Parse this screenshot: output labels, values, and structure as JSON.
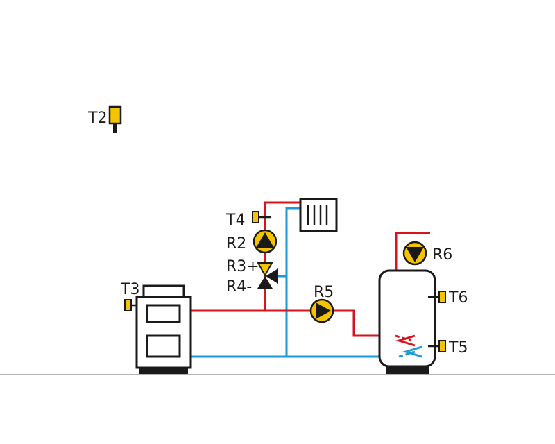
{
  "labels": {
    "t2": "T2",
    "t3": "T3",
    "t4": "T4",
    "t5": "T5",
    "t6": "T6",
    "r2": "R2",
    "r3": "R3+",
    "r4": "R4-",
    "r5": "R5",
    "r6": "R6"
  },
  "colors": {
    "supply": "#d7141e",
    "return": "#1a9ad6",
    "outline": "#1a1a1a",
    "sensor": "#f5c400",
    "pump": "#f5c400",
    "ground": "#999999"
  },
  "icons": {
    "boiler": "boiler-icon",
    "radiator": "radiator-icon",
    "tank": "storage-tank-icon",
    "pump": "circulation-pump-icon",
    "mixing_valve": "three-way-mixing-valve-icon",
    "sensor": "temperature-sensor-icon"
  }
}
